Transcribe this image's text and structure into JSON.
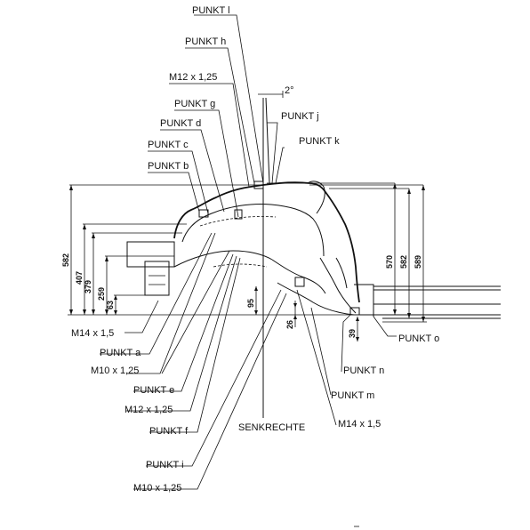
{
  "labels": {
    "punkt_l": "PUNKT l",
    "punkt_h": "PUNKT h",
    "m12_top": "M12 x 1,25",
    "punkt_g": "PUNKT g",
    "punkt_j": "PUNKT j",
    "punkt_d": "PUNKT d",
    "punkt_k": "PUNKT k",
    "punkt_c": "PUNKT c",
    "punkt_b": "PUNKT b",
    "m14_left": "M14 x 1,5",
    "punkt_a": "PUNKT a",
    "m10_left": "M10 x 1,25",
    "punkt_e": "PUNKT e",
    "m12_bottom": "M12 x 1,25",
    "punkt_f": "PUNKT f",
    "punkt_i": "PUNKT i",
    "m10_bottom": "M10 x 1,25",
    "senkrechte": "SENKRECHTE",
    "punkt_o": "PUNKT o",
    "punkt_n": "PUNKT n",
    "punkt_m": "PUNKT m",
    "m14_right": "M14 x 1,5"
  },
  "angle": "2°",
  "dimensions": {
    "d582_left": "582",
    "d407": "407",
    "d379": "379",
    "d259": "259",
    "d63": "63",
    "d95": "95",
    "d26": "26",
    "d39": "39",
    "d570": "570",
    "d582_right": "582",
    "d589": "589"
  }
}
